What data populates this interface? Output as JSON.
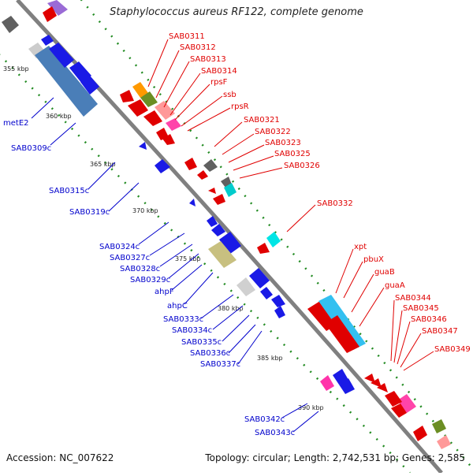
{
  "title": "Staphylococcus aureus RF122, complete genome",
  "accession": "Accession: NC_007622",
  "topology": "Topology: circular; Length: 2,742,531 bp; Genes: 2,585",
  "colors": {
    "forward_label": "#e00000",
    "reverse_label": "#0000cc",
    "backbone": "#808080",
    "tick": "#228b22"
  },
  "ticks": [
    {
      "label": "355 kbp"
    },
    {
      "label": "360 kbp"
    },
    {
      "label": "365 kbp"
    },
    {
      "label": "370 kbp"
    },
    {
      "label": "375 kbp"
    },
    {
      "label": "380 kbp"
    },
    {
      "label": "385 kbp"
    },
    {
      "label": "390 kbp"
    }
  ],
  "forward_genes": [
    "SAB0311",
    "SAB0312",
    "SAB0313",
    "SAB0314",
    "rpsF",
    "ssb",
    "rpsR",
    "SAB0321",
    "SAB0322",
    "SAB0323",
    "SAB0325",
    "SAB0326",
    "SAB0332",
    "xpt",
    "pbuX",
    "guaB",
    "guaA",
    "SAB0344",
    "SAB0345",
    "SAB0346",
    "SAB0347",
    "SAB0349"
  ],
  "reverse_genes": [
    "metE2",
    "SAB0309c",
    "SAB0315c",
    "SAB0319c",
    "SAB0324c",
    "SAB0327c",
    "SAB0328c",
    "SAB0329c",
    "ahpF",
    "ahpC",
    "SAB0333c",
    "SAB0334c",
    "SAB0335c",
    "SAB0336c",
    "SAB0337c",
    "SAB0342c",
    "SAB0343c"
  ]
}
